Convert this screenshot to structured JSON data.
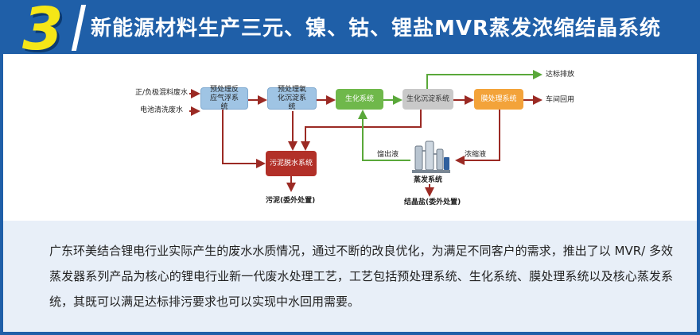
{
  "header": {
    "number": "3",
    "title": "新能源材料生产三元、镍、钴、锂盐MVR蒸发浓缩结晶系统"
  },
  "diagram": {
    "inputs": [
      "正/负极混料废水",
      "电池清洗废水"
    ],
    "nodes": {
      "pretreat_float": "预处理反应气浮系统",
      "pretreat_oxid": "预处理氧化沉淀系统",
      "bio": "生化系统",
      "bio_settle": "生化沉淀系统",
      "membrane": "膜处理系统",
      "sludge": "污泥脱水系统",
      "evap": "蒸发系统"
    },
    "outputs": {
      "discharge": "达标排放",
      "reuse": "车间回用",
      "sludge_out": "污泥(委外处置)",
      "salt_out": "结晶盐(委外处置)"
    },
    "edge_labels": {
      "distillate": "馏出液",
      "concentrate": "浓缩液"
    }
  },
  "description": "广东环美结合锂电行业实际产生的废水水质情况，通过不断的改良优化，为满足不同客户的需求，推出了以 MVR/ 多效蒸发器系列产品为核心的锂电行业新一代废水处理工艺，工艺包括预处理系统、生化系统、膜处理系统以及核心蒸发系统，其既可以满足达标排污要求也可以实现中水回用需要。",
  "colors": {
    "header_bg": "#1f5fa8",
    "number": "#f5e617",
    "flow_red": "#9b2a24",
    "flow_green": "#5aa83a",
    "panel_bg": "#e8eff8"
  }
}
